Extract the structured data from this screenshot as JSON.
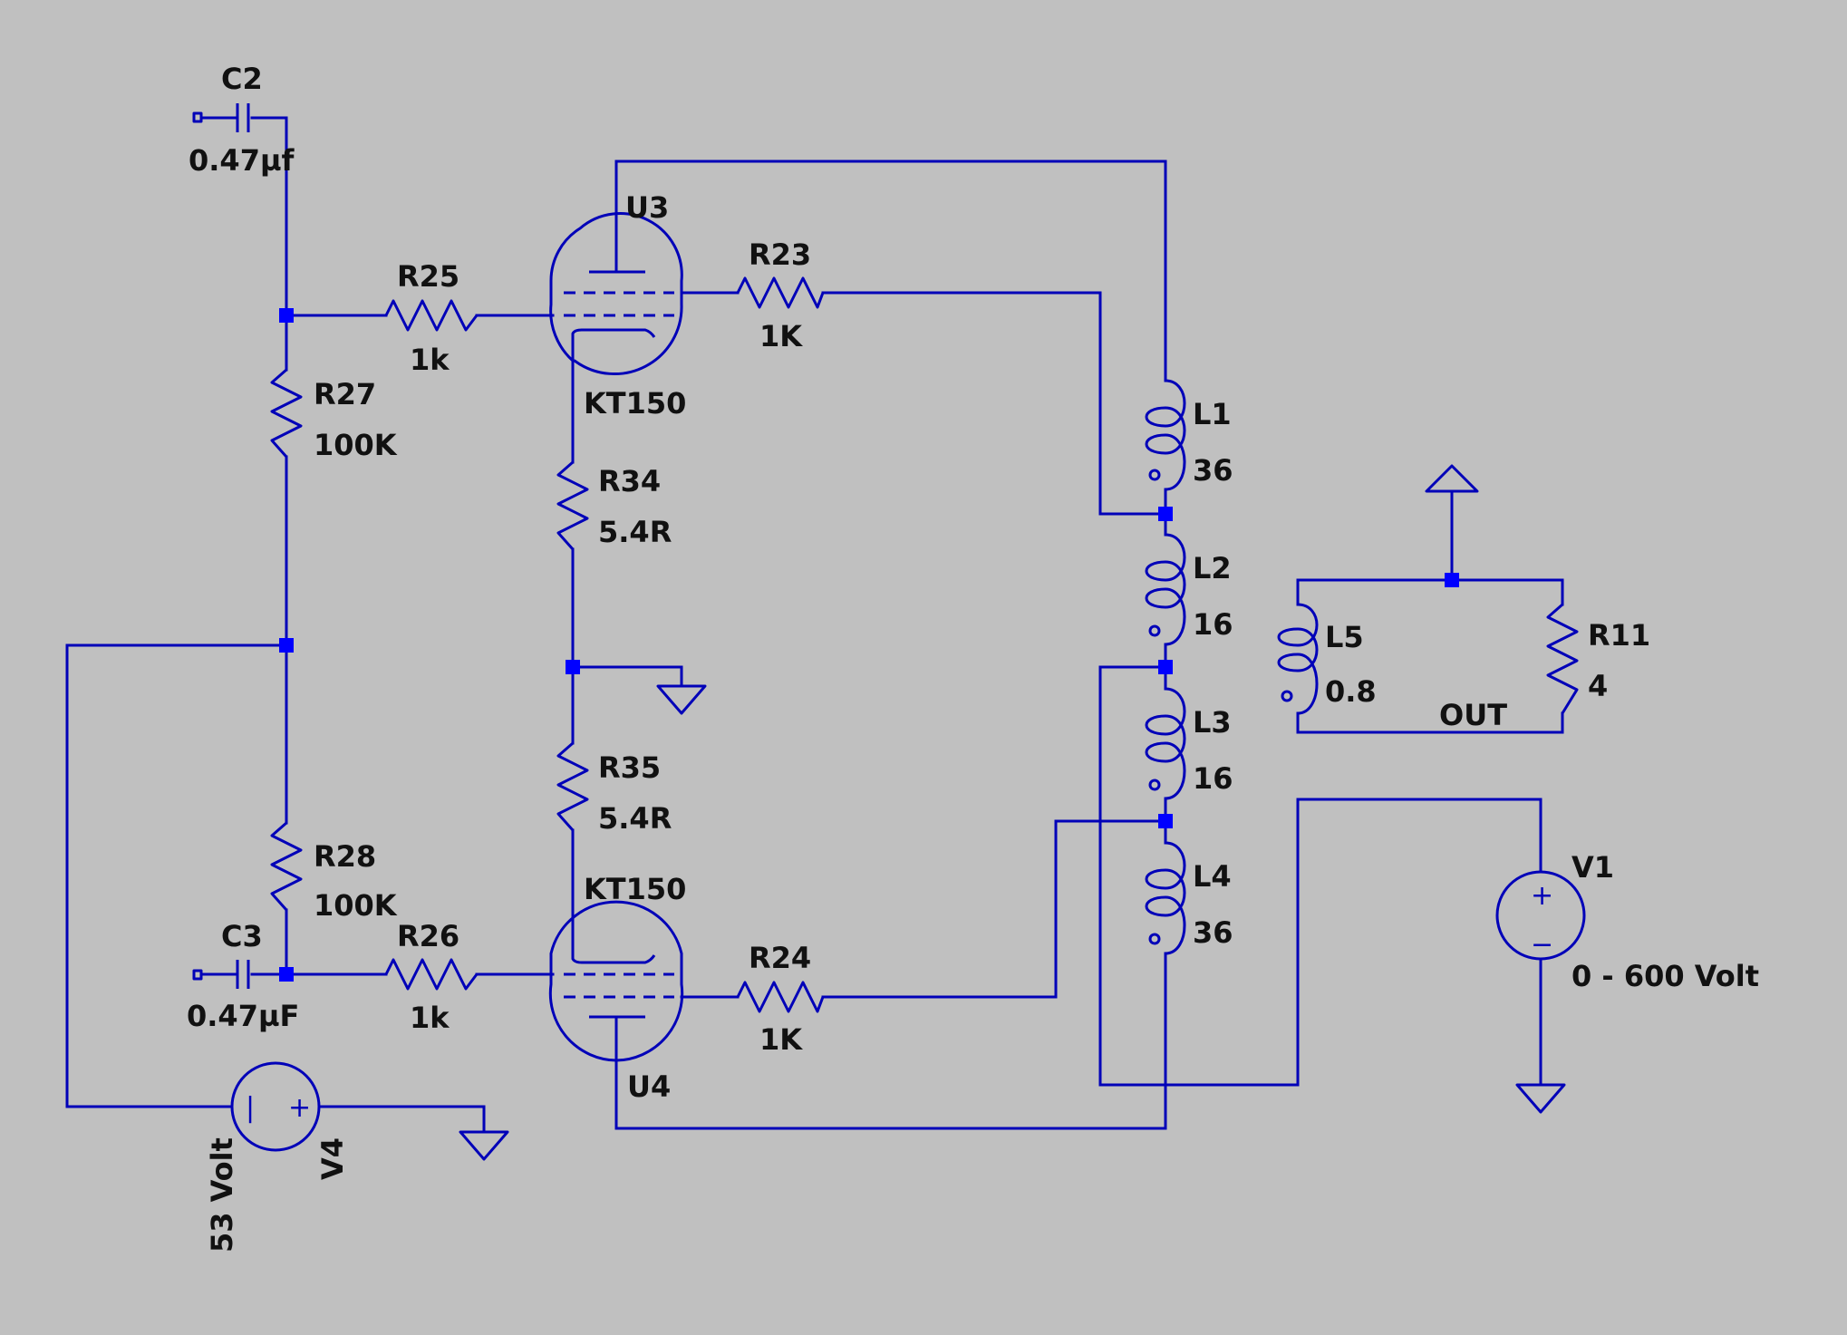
{
  "colors": {
    "background": "#c0c0c0",
    "wire": "#0000b8",
    "junction": "#0000ff",
    "text": "#111111"
  },
  "components": {
    "C2": {
      "ref": "C2",
      "value": "0.47µf"
    },
    "C3": {
      "ref": "C3",
      "value": "0.47µF"
    },
    "R25": {
      "ref": "R25",
      "value": "1k"
    },
    "R26": {
      "ref": "R26",
      "value": "1k"
    },
    "R27": {
      "ref": "R27",
      "value": "100K"
    },
    "R28": {
      "ref": "R28",
      "value": "100K"
    },
    "R23": {
      "ref": "R23",
      "value": "1K"
    },
    "R24": {
      "ref": "R24",
      "value": "1K"
    },
    "R34": {
      "ref": "R34",
      "value": "5.4R"
    },
    "R35": {
      "ref": "R35",
      "value": "5.4R"
    },
    "U3": {
      "ref": "U3",
      "value": "KT150"
    },
    "U4": {
      "ref": "U4",
      "value": "KT150"
    },
    "L1": {
      "ref": "L1",
      "value": "36"
    },
    "L2": {
      "ref": "L2",
      "value": "16"
    },
    "L3": {
      "ref": "L3",
      "value": "16"
    },
    "L4": {
      "ref": "L4",
      "value": "36"
    },
    "L5": {
      "ref": "L5",
      "value": "0.8"
    },
    "R11": {
      "ref": "R11",
      "value": "4"
    },
    "V1": {
      "ref": "V1",
      "value": "0 - 600 Volt"
    },
    "V4": {
      "ref": "V4",
      "value": "53 Volt"
    }
  },
  "net_labels": {
    "out": "OUT"
  },
  "polarity": {
    "plus": "+",
    "minus": "−",
    "bar": "|"
  }
}
